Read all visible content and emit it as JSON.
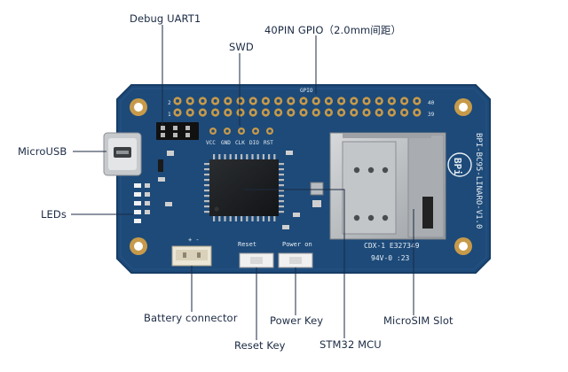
{
  "callouts": {
    "debug_uart": "Debug UART1",
    "swd": "SWD",
    "gpio": "40PIN GPIO（2.0mm间距）",
    "microusb": "MicroUSB",
    "leds": "LEDs",
    "battery": "Battery connector",
    "power_key": "Power Key",
    "reset_key": "Reset Key",
    "stm32": "STM32 MCU",
    "microsim": "MicroSIM Slot"
  },
  "silkscreen": {
    "gpio_label": "GPIO",
    "pin_2": "2",
    "pin_1": "1",
    "pin_40": "40",
    "pin_39": "39",
    "swd_pins": [
      "VCC",
      "GND",
      "CLK",
      "DIO",
      "RST"
    ],
    "board_name": "BPI-BC95-LINARO-V1.0",
    "bpi_logo": "BPi",
    "reset_label": "Reset",
    "power_label": "Power on",
    "polarity": "+  -",
    "cert_1": "CDX-1  E327349",
    "cert_2": "94V-0     :23"
  },
  "colors": {
    "board": "#1d4a79",
    "board_edge": "#163d66",
    "callout_text": "#1b2a44"
  }
}
